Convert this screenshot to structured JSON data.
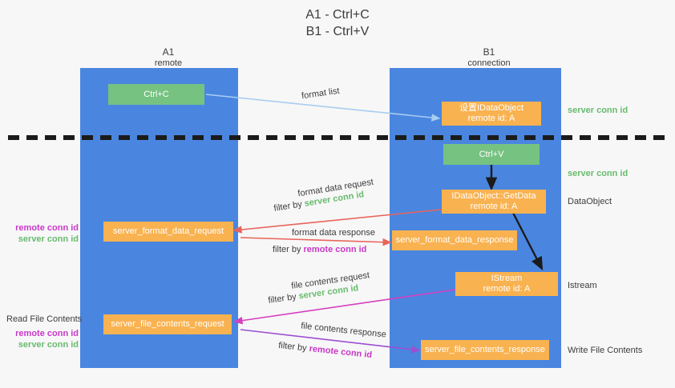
{
  "title": {
    "line1": "A1 - Ctrl+C",
    "line2": "B1 - Ctrl+V"
  },
  "columns": [
    {
      "name": "A1",
      "sub": "remote"
    },
    {
      "name": "B1",
      "sub": "connection"
    }
  ],
  "boxes": {
    "ctrl_c": "Ctrl+C",
    "ctrl_v": "Ctrl+V",
    "idataobject_title": "设置IDataObject",
    "idataobject_sub": "remote id: A",
    "getdata_title": "IDataObject::GetData",
    "getdata_sub": "remote id: A",
    "istream_title": "IStream",
    "istream_sub": "remote id: A",
    "server_format_data_request": "server_format_data_request",
    "server_format_data_response": "server_format_data_response",
    "server_file_contents_request": "server_file_contents_request",
    "server_file_contents_response": "server_file_contents_response"
  },
  "edge_labels": {
    "format_list": "format list",
    "format_data_request": "format data request",
    "format_data_response": "format data response",
    "file_contents_request": "file contents request",
    "file_contents_response": "file contents response",
    "filter_by": "filter by",
    "server_conn_id": "server conn id",
    "remote_conn_id": "remote conn id"
  },
  "right_labels": {
    "server_conn_id_top": "server conn id",
    "server_conn_id_mid": "server conn id",
    "dataobject": "DataObject",
    "istream": "Istream",
    "write_file_contents": "Write File Contents"
  },
  "left_labels": {
    "remote_conn_id_1": "remote conn id",
    "server_conn_id_1": "server conn id",
    "read_file_contents": "Read File Contents",
    "remote_conn_id_2": "remote conn id",
    "server_conn_id_2": "server conn id"
  },
  "colors": {
    "lane": "#4a86e0",
    "green_box": "#76c281",
    "orange_box": "#f9b250",
    "green_text": "#68bb6e",
    "magenta_text": "#c838c8",
    "red_arrow": "#e8635a",
    "blue_arrow": "#a8cdf0",
    "magenta_arrow": "#d63fc0",
    "purple_arrow": "#9b4fd1",
    "divider": "#1b1b1b",
    "background": "#f7f7f7"
  }
}
